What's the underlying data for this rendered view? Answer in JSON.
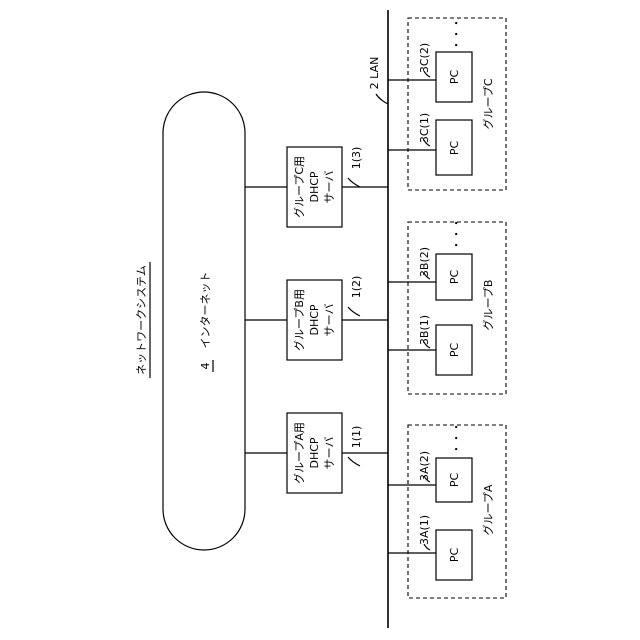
{
  "system_title": "ネットワークシステム",
  "internet": {
    "number": "4",
    "label": "インターネット"
  },
  "lan": {
    "label": "2 LAN"
  },
  "servers": [
    {
      "id": "a",
      "ref": "1(1)",
      "line1": "グループA用",
      "line2": "DHCP",
      "line3": "サーバ"
    },
    {
      "id": "b",
      "ref": "1(2)",
      "line1": "グループB用",
      "line2": "DHCP",
      "line3": "サーバ"
    },
    {
      "id": "c",
      "ref": "1(3)",
      "line1": "グループC用",
      "line2": "DHCP",
      "line3": "サーバ"
    }
  ],
  "groups": [
    {
      "id": "a",
      "label": "グループA",
      "pc1_ref": "3A(1)",
      "pc2_ref": "3A(2)",
      "pc_label": "PC",
      "ellipsis": "・・・"
    },
    {
      "id": "b",
      "label": "グループB",
      "pc1_ref": "3B(1)",
      "pc2_ref": "3B(2)",
      "pc_label": "PC",
      "ellipsis": "・・・"
    },
    {
      "id": "c",
      "label": "グループC",
      "pc1_ref": "3C(1)",
      "pc2_ref": "3C(2)",
      "pc_label": "PC",
      "ellipsis": "・・・"
    }
  ]
}
